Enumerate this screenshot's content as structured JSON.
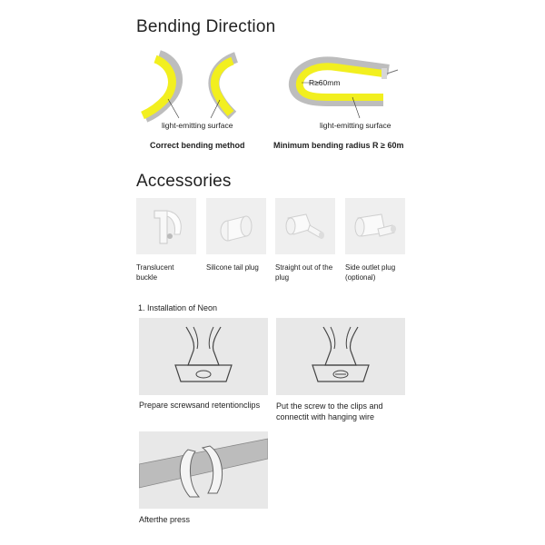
{
  "bending": {
    "title": "Bending Direction",
    "left_surface_label": "light-emitting surface",
    "right_surface_label": "light-emitting surface",
    "radius_label": "R≥60mm",
    "left_caption": "Correct bending method",
    "right_caption": "Minimum bending radius R ≥ 60m"
  },
  "accessories": {
    "title": "Accessories",
    "items": [
      {
        "label": "Translucent buckle"
      },
      {
        "label": "Silicone tail plug"
      },
      {
        "label": "Straight out of the plug"
      },
      {
        "label": "Side outlet plug (optional)"
      }
    ]
  },
  "installation": {
    "title": "1. Installation of Neon",
    "steps": [
      {
        "caption": "Prepare screwsand retentionclips"
      },
      {
        "caption": "Put the screw to the clips and connectit with hanging wire"
      },
      {
        "caption": "Afterthe press"
      }
    ]
  },
  "colors": {
    "neon_yellow": "#f2ef1f",
    "neon_base": "#bdbdbd",
    "tile_bg": "#efefef"
  }
}
